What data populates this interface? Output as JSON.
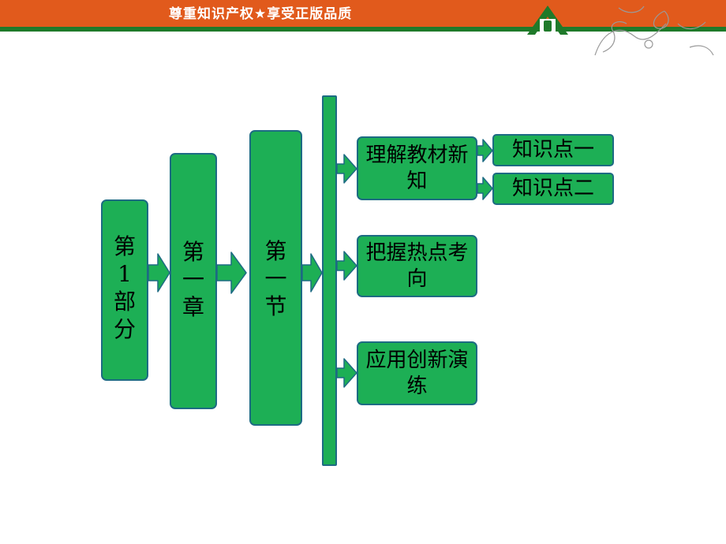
{
  "banner": {
    "text": "尊重知识产权★享受正版品质"
  },
  "diagram": {
    "level1": "第1部分",
    "level2": "第一章",
    "level3": "第一节",
    "sections": [
      "理解教材新知",
      "把握热点考向",
      "应用创新演练"
    ],
    "knowledge_points": [
      "知识点一",
      "知识点二"
    ]
  },
  "colors": {
    "box_fill": "#1daf55",
    "box_border": "#1d6b83",
    "banner_orange": "#e15a1c",
    "banner_green": "#1f7a2a"
  }
}
